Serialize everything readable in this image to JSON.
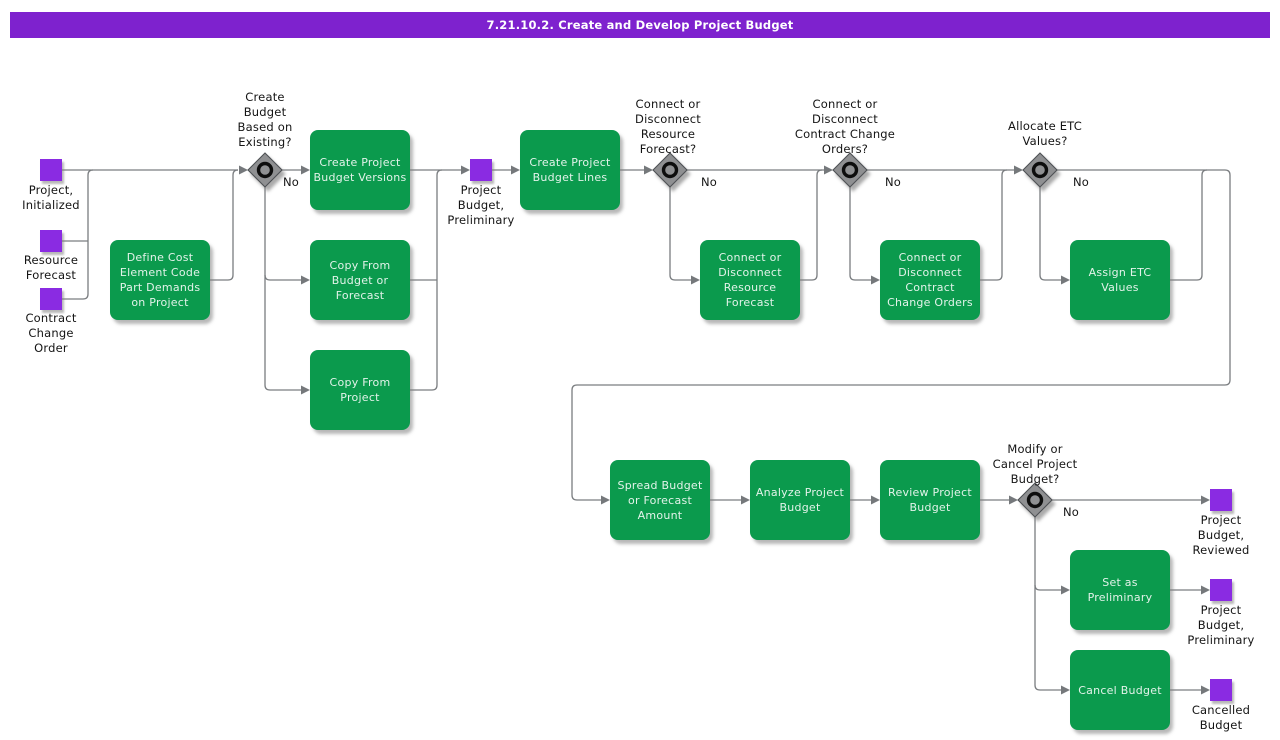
{
  "header": {
    "title": "7.21.10.2. Create and Develop Project Budget"
  },
  "colors": {
    "title_bar": "#7E22CE",
    "task_green": "#0B9A4D",
    "event_purple": "#8A2BE2",
    "connector_gray": "#7a7d80",
    "decision_gray": "#8F9092"
  },
  "events": [
    {
      "id": "project-initialized",
      "label": "Project,\nInitialized"
    },
    {
      "id": "resource-forecast",
      "label": "Resource\nForecast"
    },
    {
      "id": "contract-change-order",
      "label": "Contract\nChange\nOrder"
    },
    {
      "id": "project-budget-preliminary",
      "label": "Project\nBudget,\nPreliminary"
    },
    {
      "id": "project-budget-reviewed",
      "label": "Project\nBudget,\nReviewed"
    },
    {
      "id": "project-budget-preliminary-2",
      "label": "Project\nBudget,\nPreliminary"
    },
    {
      "id": "cancelled-budget",
      "label": "Cancelled\nBudget"
    }
  ],
  "decisions": [
    {
      "id": "create-budget-based-on-existing",
      "question": "Create\nBudget\nBased on\nExisting?",
      "no_label": "No"
    },
    {
      "id": "connect-or-disconnect-resource-forecast",
      "question": "Connect or\nDisconnect\nResource\nForecast?",
      "no_label": "No"
    },
    {
      "id": "connect-or-disconnect-contract-change-orders",
      "question": "Connect or\nDisconnect\nContract Change\nOrders?",
      "no_label": "No"
    },
    {
      "id": "allocate-etc-values",
      "question": "Allocate ETC\nValues?",
      "no_label": "No"
    },
    {
      "id": "modify-or-cancel-project-budget",
      "question": "Modify or\nCancel Project\nBudget?",
      "no_label": "No"
    }
  ],
  "tasks": [
    {
      "id": "define-cost-element-code-part-demands",
      "label": "Define Cost\nElement Code\nPart Demands\non Project"
    },
    {
      "id": "create-project-budget-versions",
      "label": "Create Project\nBudget Versions"
    },
    {
      "id": "copy-from-budget-or-forecast",
      "label": "Copy From\nBudget or\nForecast"
    },
    {
      "id": "copy-from-project",
      "label": "Copy From\nProject"
    },
    {
      "id": "create-project-budget-lines",
      "label": "Create Project\nBudget Lines"
    },
    {
      "id": "connect-or-disconnect-resource-forecast",
      "label": "Connect or\nDisconnect\nResource\nForecast"
    },
    {
      "id": "connect-or-disconnect-contract-change-orders",
      "label": "Connect or\nDisconnect\nContract\nChange Orders"
    },
    {
      "id": "assign-etc-values",
      "label": "Assign ETC\nValues"
    },
    {
      "id": "spread-budget-or-forecast-amount",
      "label": "Spread Budget\nor Forecast\nAmount"
    },
    {
      "id": "analyze-project-budget",
      "label": "Analyze Project\nBudget"
    },
    {
      "id": "review-project-budget",
      "label": "Review Project\nBudget"
    },
    {
      "id": "set-as-preliminary",
      "label": "Set as\nPreliminary"
    },
    {
      "id": "cancel-budget",
      "label": "Cancel Budget"
    }
  ]
}
